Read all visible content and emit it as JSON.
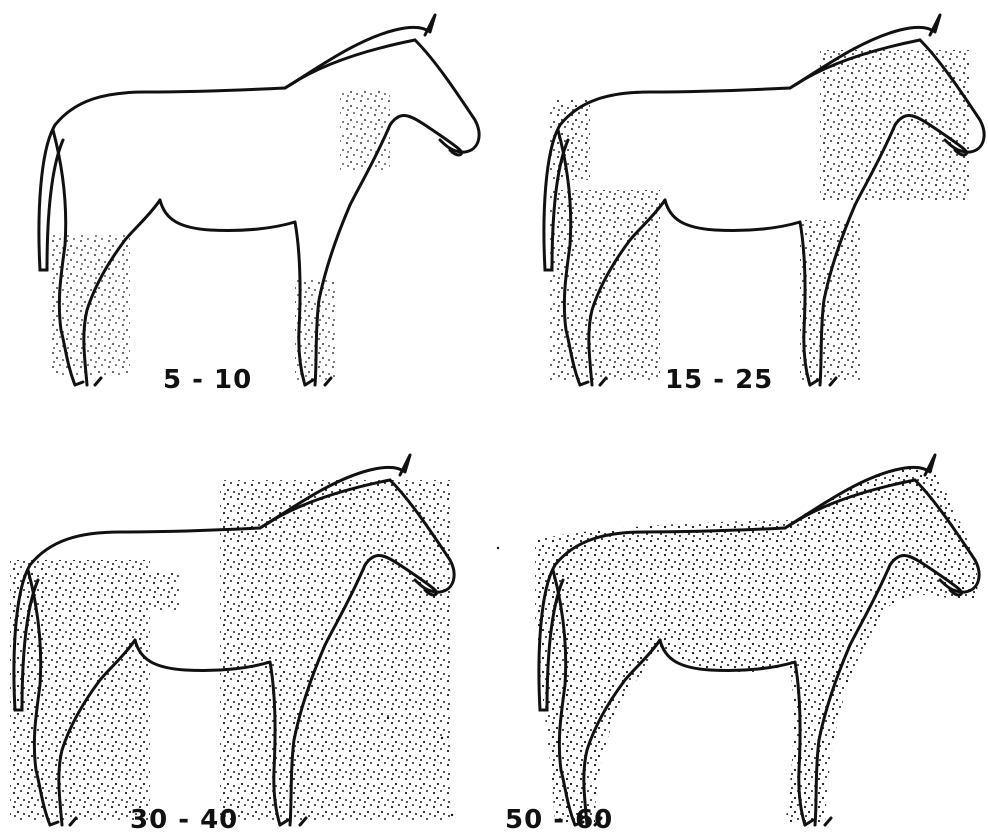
{
  "figure": {
    "panels": [
      {
        "label": "5 - 10",
        "density": 0.25
      },
      {
        "label": "15 - 25",
        "density": 0.45
      },
      {
        "label": "30 - 40",
        "density": 0.75
      },
      {
        "label": "50 - 60",
        "density": 1.0
      }
    ],
    "colors": {
      "ink": "#111111",
      "paper": "#ffffff"
    }
  }
}
